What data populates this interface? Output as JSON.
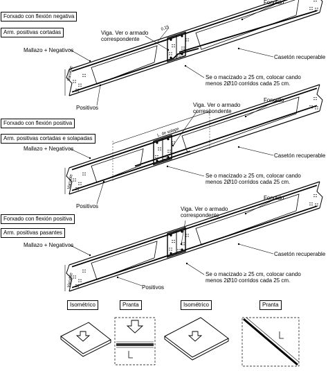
{
  "details": [
    {
      "title": "Forxado con flexión negativa",
      "subtitle": "Arm. positivas cortadas",
      "forxado": "Forxado",
      "viga": "Viga. Ver o armado\ncorrespondente",
      "dimension": "0,15",
      "caseton": "Casetón recuperable",
      "mallazo": "Mallazo + Negativos",
      "macizado": "Se o macizado ≥ 25 cm, colocar cando\nmenos 2Ø10 corridos cada 25 cm.",
      "positivos": "Positivos",
      "variable": "Variable"
    },
    {
      "title": "Forxado con flexión positiva",
      "subtitle": "Arm. positivas cortadas e solapadas",
      "forxado": "Forxado",
      "viga": "Viga. Ver o armado\ncorrespondente",
      "dimension": "L. de solape",
      "caseton": "Casetón recuperable",
      "mallazo": "Mallazo + Negativos",
      "macizado": "Se o macizado ≥ 25 cm, colocar cando\nmenos 2Ø10 corridos cada 25 cm.",
      "positivos": "Positivos",
      "variable": "Variable"
    },
    {
      "title": "Forxado con flexión positiva",
      "subtitle": "Arm. positivas pasantes",
      "forxado": "Forxado",
      "viga": "Viga. Ver o armado\ncorrespondente",
      "dimension": "",
      "caseton": "Casetón recuperable",
      "mallazo": "Mallazo + Negativos",
      "macizado": "Se o macizado ≥ 25 cm, colocar cando\nmenos 2Ø10 corridos cada 25 cm.",
      "positivos": "Positivos",
      "variable": "Variable"
    }
  ],
  "views": [
    {
      "label": "Isométrico"
    },
    {
      "label": "Pranta"
    },
    {
      "label": "Isométrico"
    },
    {
      "label": "Pranta"
    }
  ]
}
